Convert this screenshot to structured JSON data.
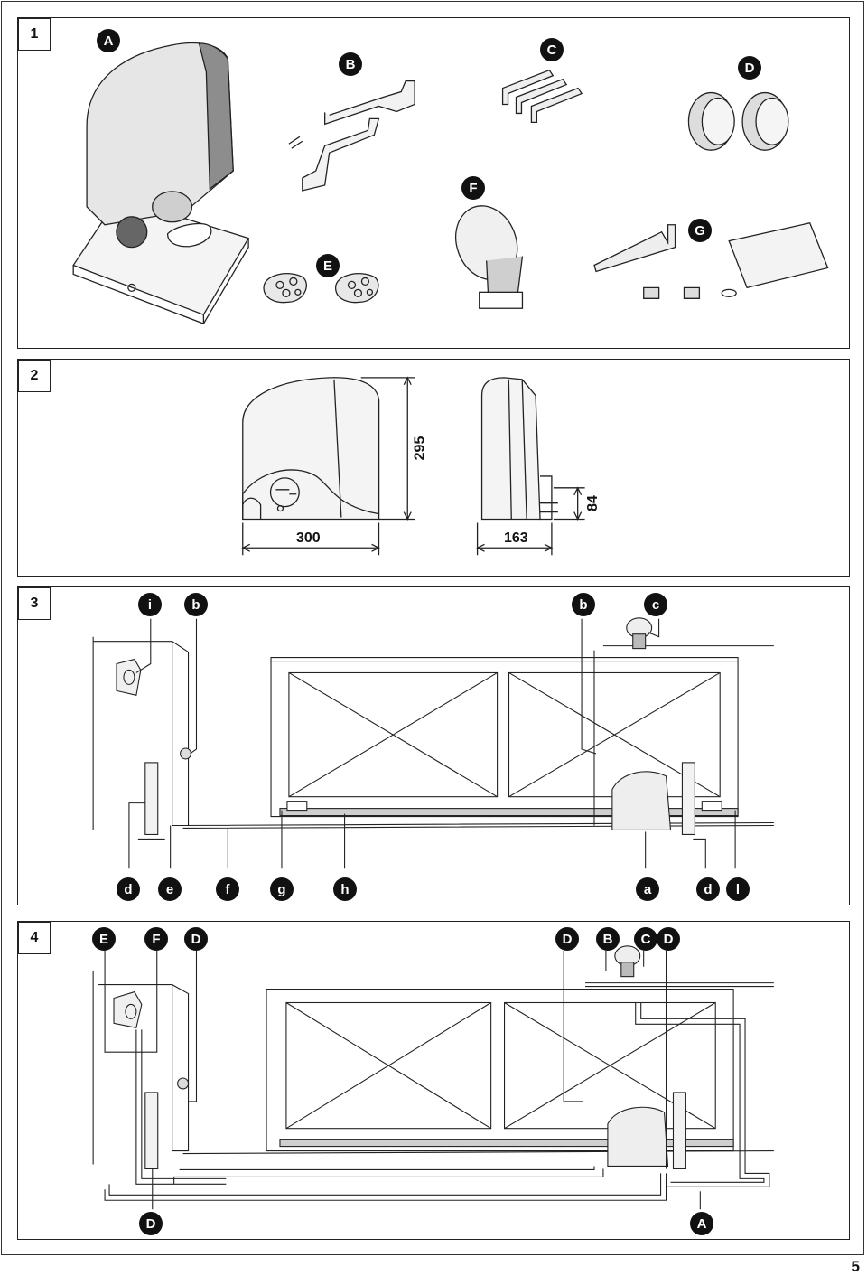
{
  "page_number": "5",
  "figure1": {
    "number": "1",
    "callouts": [
      "A",
      "B",
      "C",
      "D",
      "E",
      "F",
      "G"
    ]
  },
  "figure2": {
    "number": "2",
    "dim_height": "295",
    "dim_width": "300",
    "dim_depth": "163",
    "dim_base": "84"
  },
  "figure3": {
    "number": "3",
    "top_labels": [
      "i",
      "b",
      "b",
      "c"
    ],
    "bottom_labels": [
      "d",
      "e",
      "f",
      "g",
      "h",
      "a",
      "d",
      "l"
    ]
  },
  "figure4": {
    "number": "4",
    "top_labels": [
      "E",
      "F",
      "D",
      "D",
      "B",
      "C",
      "D"
    ],
    "bottom_labels": [
      "D",
      "A"
    ]
  },
  "colors": {
    "callout_fill": "#111111",
    "line": "#222222",
    "shade": "#9a9a9a"
  }
}
